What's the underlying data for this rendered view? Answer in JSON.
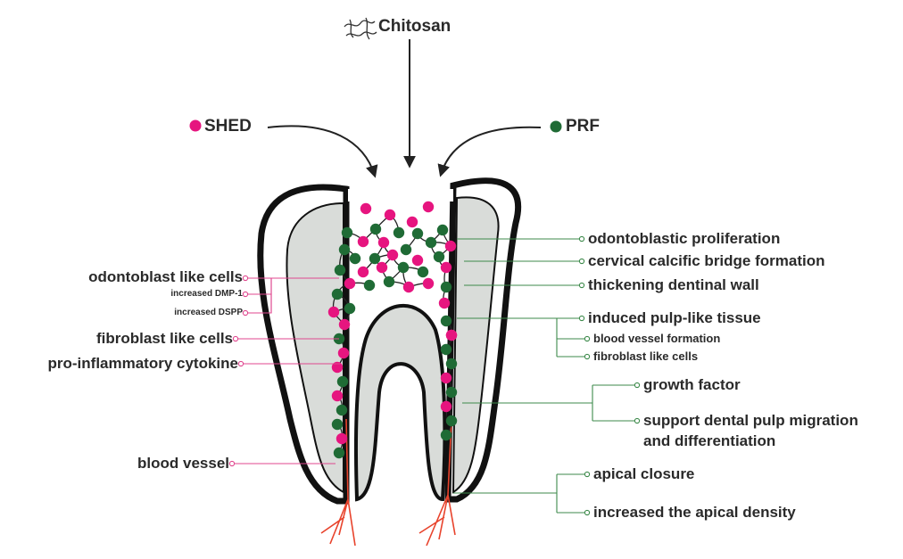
{
  "inputs": {
    "chitosan": "Chitosan",
    "shed": "SHED",
    "prf": "PRF"
  },
  "left_labels": {
    "odontoblast_like_cells": "odontoblast like cells",
    "increased_dmp1": "increased DMP-1",
    "increased_dspp": "increased DSPP",
    "fibroblast_like_cells": "fibroblast like cells",
    "pro_inflammatory_cytokine": "pro-inflammatory cytokine",
    "blood_vessel": "blood vessel"
  },
  "right_labels": {
    "odontoblastic_proliferation": "odontoblastic proliferation",
    "cervical_calcific_bridge": "cervical calcific bridge formation",
    "thickening_dentinal_wall": "thickening dentinal wall",
    "induced_pulp_like_tissue": "induced pulp-like tissue",
    "blood_vessel_formation": "blood vessel formation",
    "fibroblast_like_cells": "fibroblast like cells",
    "growth_factor": "growth factor",
    "support_migration_line1": "support dental pulp migration",
    "support_migration_line2": "and differentiation",
    "apical_closure": "apical closure",
    "apical_density": "increased the apical density"
  },
  "colors": {
    "shed": "#e6157f",
    "prf": "#1f6b35",
    "dentin": "#d9dcd9",
    "outline": "#111111",
    "left_connector": "#e0478f",
    "right_connector": "#3d8a4b",
    "vessel": "#e8432c"
  }
}
